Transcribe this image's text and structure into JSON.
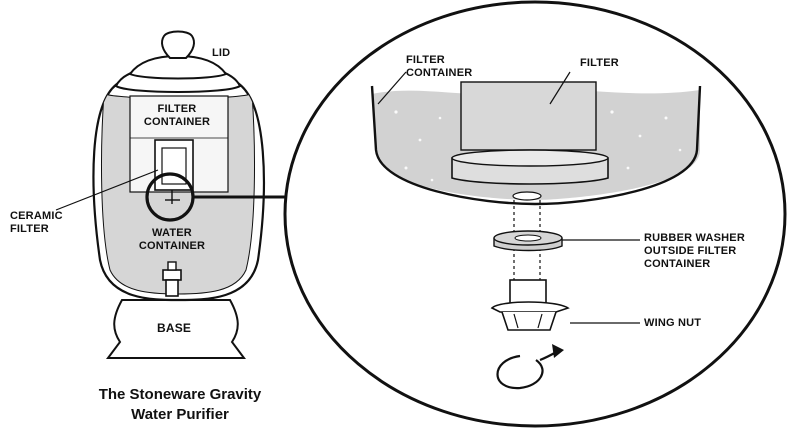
{
  "labels": {
    "lid": "LID",
    "filter_container_left_line1": "FILTER",
    "filter_container_left_line2": "CONTAINER",
    "ceramic_filter_line1": "CERAMIC",
    "ceramic_filter_line2": "FILTER",
    "water_container_line1": "WATER",
    "water_container_line2": "CONTAINER",
    "base": "BASE",
    "filter_container_right_line1": "FILTER",
    "filter_container_right_line2": "CONTAINER",
    "filter": "FILTER",
    "rubber_washer_line1": "RUBBER WASHER",
    "rubber_washer_line2": "OUTSIDE FILTER",
    "rubber_washer_line3": "CONTAINER",
    "wing_nut": "WING NUT"
  },
  "caption": {
    "line1": "The Stoneware Gravity",
    "line2": "Water Purifier"
  },
  "colors": {
    "outline": "#111111",
    "water_fill": "#d4d4d4",
    "inner_fill": "#ffffff"
  }
}
